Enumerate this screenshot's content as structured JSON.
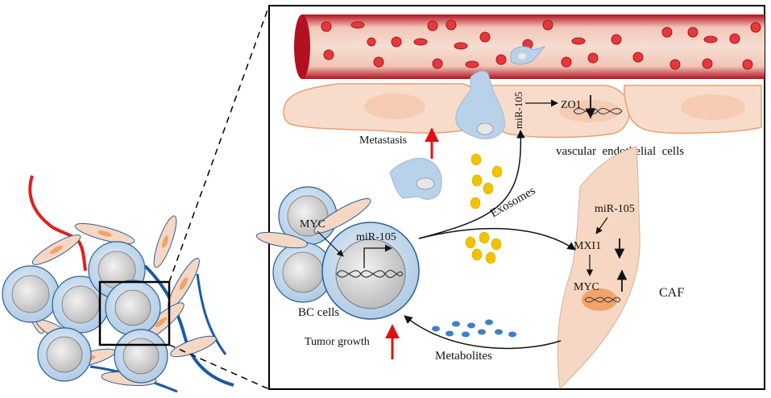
{
  "labels": {
    "metastasis": "Metastasis",
    "mir105_vertical": "miR-105",
    "zo1": "ZO1",
    "vascular": "vascular  endothelial  cells",
    "exosomes": "Exosomes",
    "myc_bc": "MYC",
    "mir105_bc": "miR-105",
    "bc_cells": "BC cells",
    "tumor_growth": "Tumor growth",
    "metabolites": "Metabolites",
    "mir105_caf": "miR-105",
    "mxi1": "MXI1",
    "myc_caf": "MYC",
    "caf": "CAF"
  },
  "colors": {
    "vessel_red": "#c0182a",
    "rbc": "#e23a3a",
    "endothelium": "#f7dccb",
    "endothelium_edge": "#e8a070",
    "cancer_cell": "#b9d2ea",
    "cancer_nucleus": "#d9d9d9",
    "caf": "#f6d7c3",
    "caf_nucleus": "#f0a46a",
    "exosome": "#f2c200",
    "metabolite": "#3f7fc4",
    "up_arrow": "#e01010"
  }
}
